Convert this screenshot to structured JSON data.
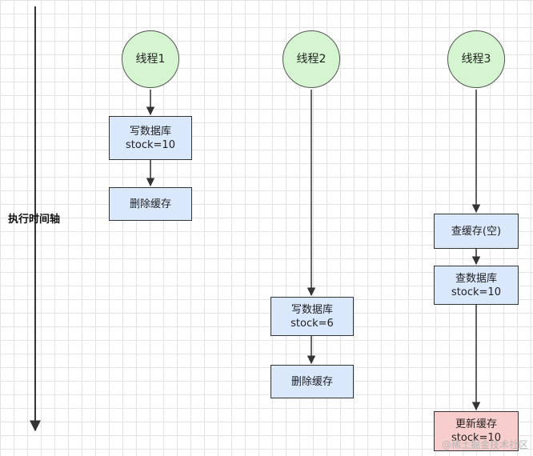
{
  "axis": {
    "label": "执行时间轴"
  },
  "threads": [
    {
      "name": "线程1"
    },
    {
      "name": "线程2"
    },
    {
      "name": "线程3"
    }
  ],
  "thread1": {
    "write_db": {
      "line1": "写数据库",
      "line2": "stock=10"
    },
    "delete_cache": {
      "line1": "删除缓存"
    }
  },
  "thread2": {
    "write_db": {
      "line1": "写数据库",
      "line2": "stock=6"
    },
    "delete_cache": {
      "line1": "删除缓存"
    }
  },
  "thread3": {
    "read_cache": {
      "line1": "查缓存(空)"
    },
    "read_db": {
      "line1": "查数据库",
      "line2": "stock=10"
    },
    "update_cache": {
      "line1": "更新缓存",
      "line2": "stock=10"
    }
  },
  "watermark": "@稀土掘金技术社区",
  "colors": {
    "thread_fill": "#d5f5d0",
    "step_fill": "#dae8fc",
    "update_fill": "#f8cecc",
    "line": "#333333"
  }
}
